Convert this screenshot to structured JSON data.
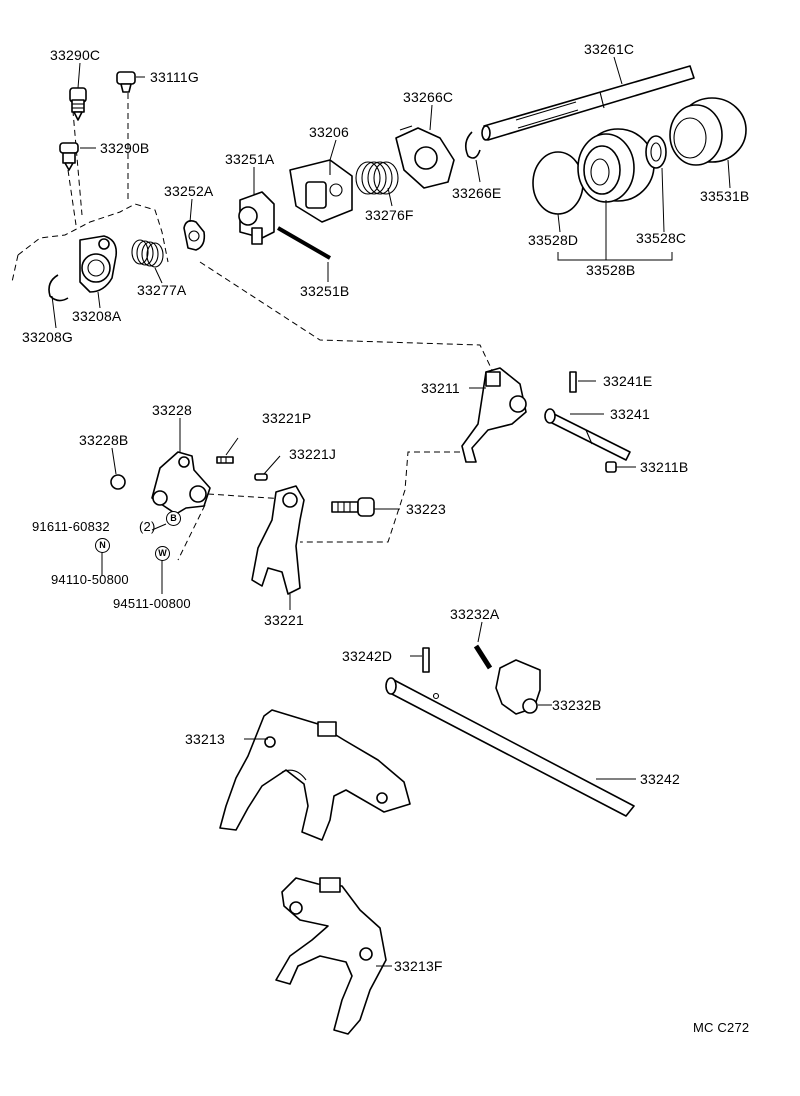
{
  "diagram": {
    "footer_code": "MC C272",
    "parts": [
      {
        "id": "33290C",
        "label": "33290C"
      },
      {
        "id": "33111G",
        "label": "33111G"
      },
      {
        "id": "33290B",
        "label": "33290B"
      },
      {
        "id": "33261C",
        "label": "33261C"
      },
      {
        "id": "33266C",
        "label": "33266C"
      },
      {
        "id": "33206",
        "label": "33206"
      },
      {
        "id": "33251A",
        "label": "33251A"
      },
      {
        "id": "33252A",
        "label": "33252A"
      },
      {
        "id": "33276F",
        "label": "33276F"
      },
      {
        "id": "33266E",
        "label": "33266E"
      },
      {
        "id": "33531B",
        "label": "33531B"
      },
      {
        "id": "33528D",
        "label": "33528D"
      },
      {
        "id": "33528C",
        "label": "33528C"
      },
      {
        "id": "33528B",
        "label": "33528B"
      },
      {
        "id": "33277A",
        "label": "33277A"
      },
      {
        "id": "33251B",
        "label": "33251B"
      },
      {
        "id": "33208A",
        "label": "33208A"
      },
      {
        "id": "33208G",
        "label": "33208G"
      },
      {
        "id": "33211",
        "label": "33211"
      },
      {
        "id": "33241E",
        "label": "33241E"
      },
      {
        "id": "33241",
        "label": "33241"
      },
      {
        "id": "33211B",
        "label": "33211B"
      },
      {
        "id": "33228",
        "label": "33228"
      },
      {
        "id": "33221P",
        "label": "33221P"
      },
      {
        "id": "33228B",
        "label": "33228B"
      },
      {
        "id": "33221J",
        "label": "33221J"
      },
      {
        "id": "33223",
        "label": "33223"
      },
      {
        "id": "91611-60832",
        "label": "91611-60832"
      },
      {
        "id": "qty-2",
        "label": "(2)"
      },
      {
        "id": "94110-50800",
        "label": "94110-50800"
      },
      {
        "id": "94511-00800",
        "label": "94511-00800"
      },
      {
        "id": "33221",
        "label": "33221"
      },
      {
        "id": "33232A",
        "label": "33232A"
      },
      {
        "id": "33242D",
        "label": "33242D"
      },
      {
        "id": "33232B",
        "label": "33232B"
      },
      {
        "id": "33213",
        "label": "33213"
      },
      {
        "id": "33242",
        "label": "33242"
      },
      {
        "id": "33213F",
        "label": "33213F"
      }
    ],
    "markers": [
      {
        "id": "B",
        "label": "B"
      },
      {
        "id": "N",
        "label": "N"
      },
      {
        "id": "W",
        "label": "W"
      }
    ]
  }
}
